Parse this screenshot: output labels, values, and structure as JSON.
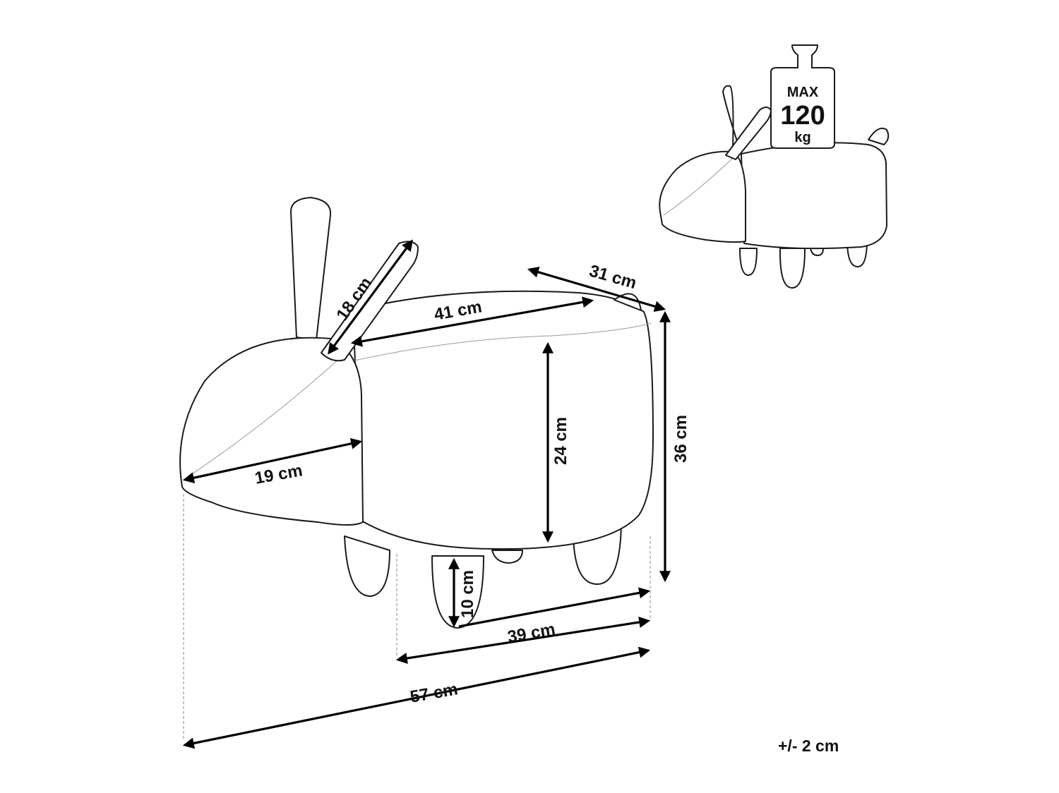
{
  "dimensions": {
    "ear_length": "18 cm",
    "top_length": "41 cm",
    "depth": "31 cm",
    "body_height": "24 cm",
    "total_height": "36 cm",
    "head_width": "19 cm",
    "leg_height": "10 cm",
    "leg_span": "39 cm",
    "total_length": "57 cm"
  },
  "weight_badge": {
    "line1": "MAX",
    "line2": "120",
    "line3": "kg"
  },
  "tolerance": "+/- 2 cm",
  "icons": [
    "rabbit-pouf-drawing",
    "weight-icon"
  ]
}
